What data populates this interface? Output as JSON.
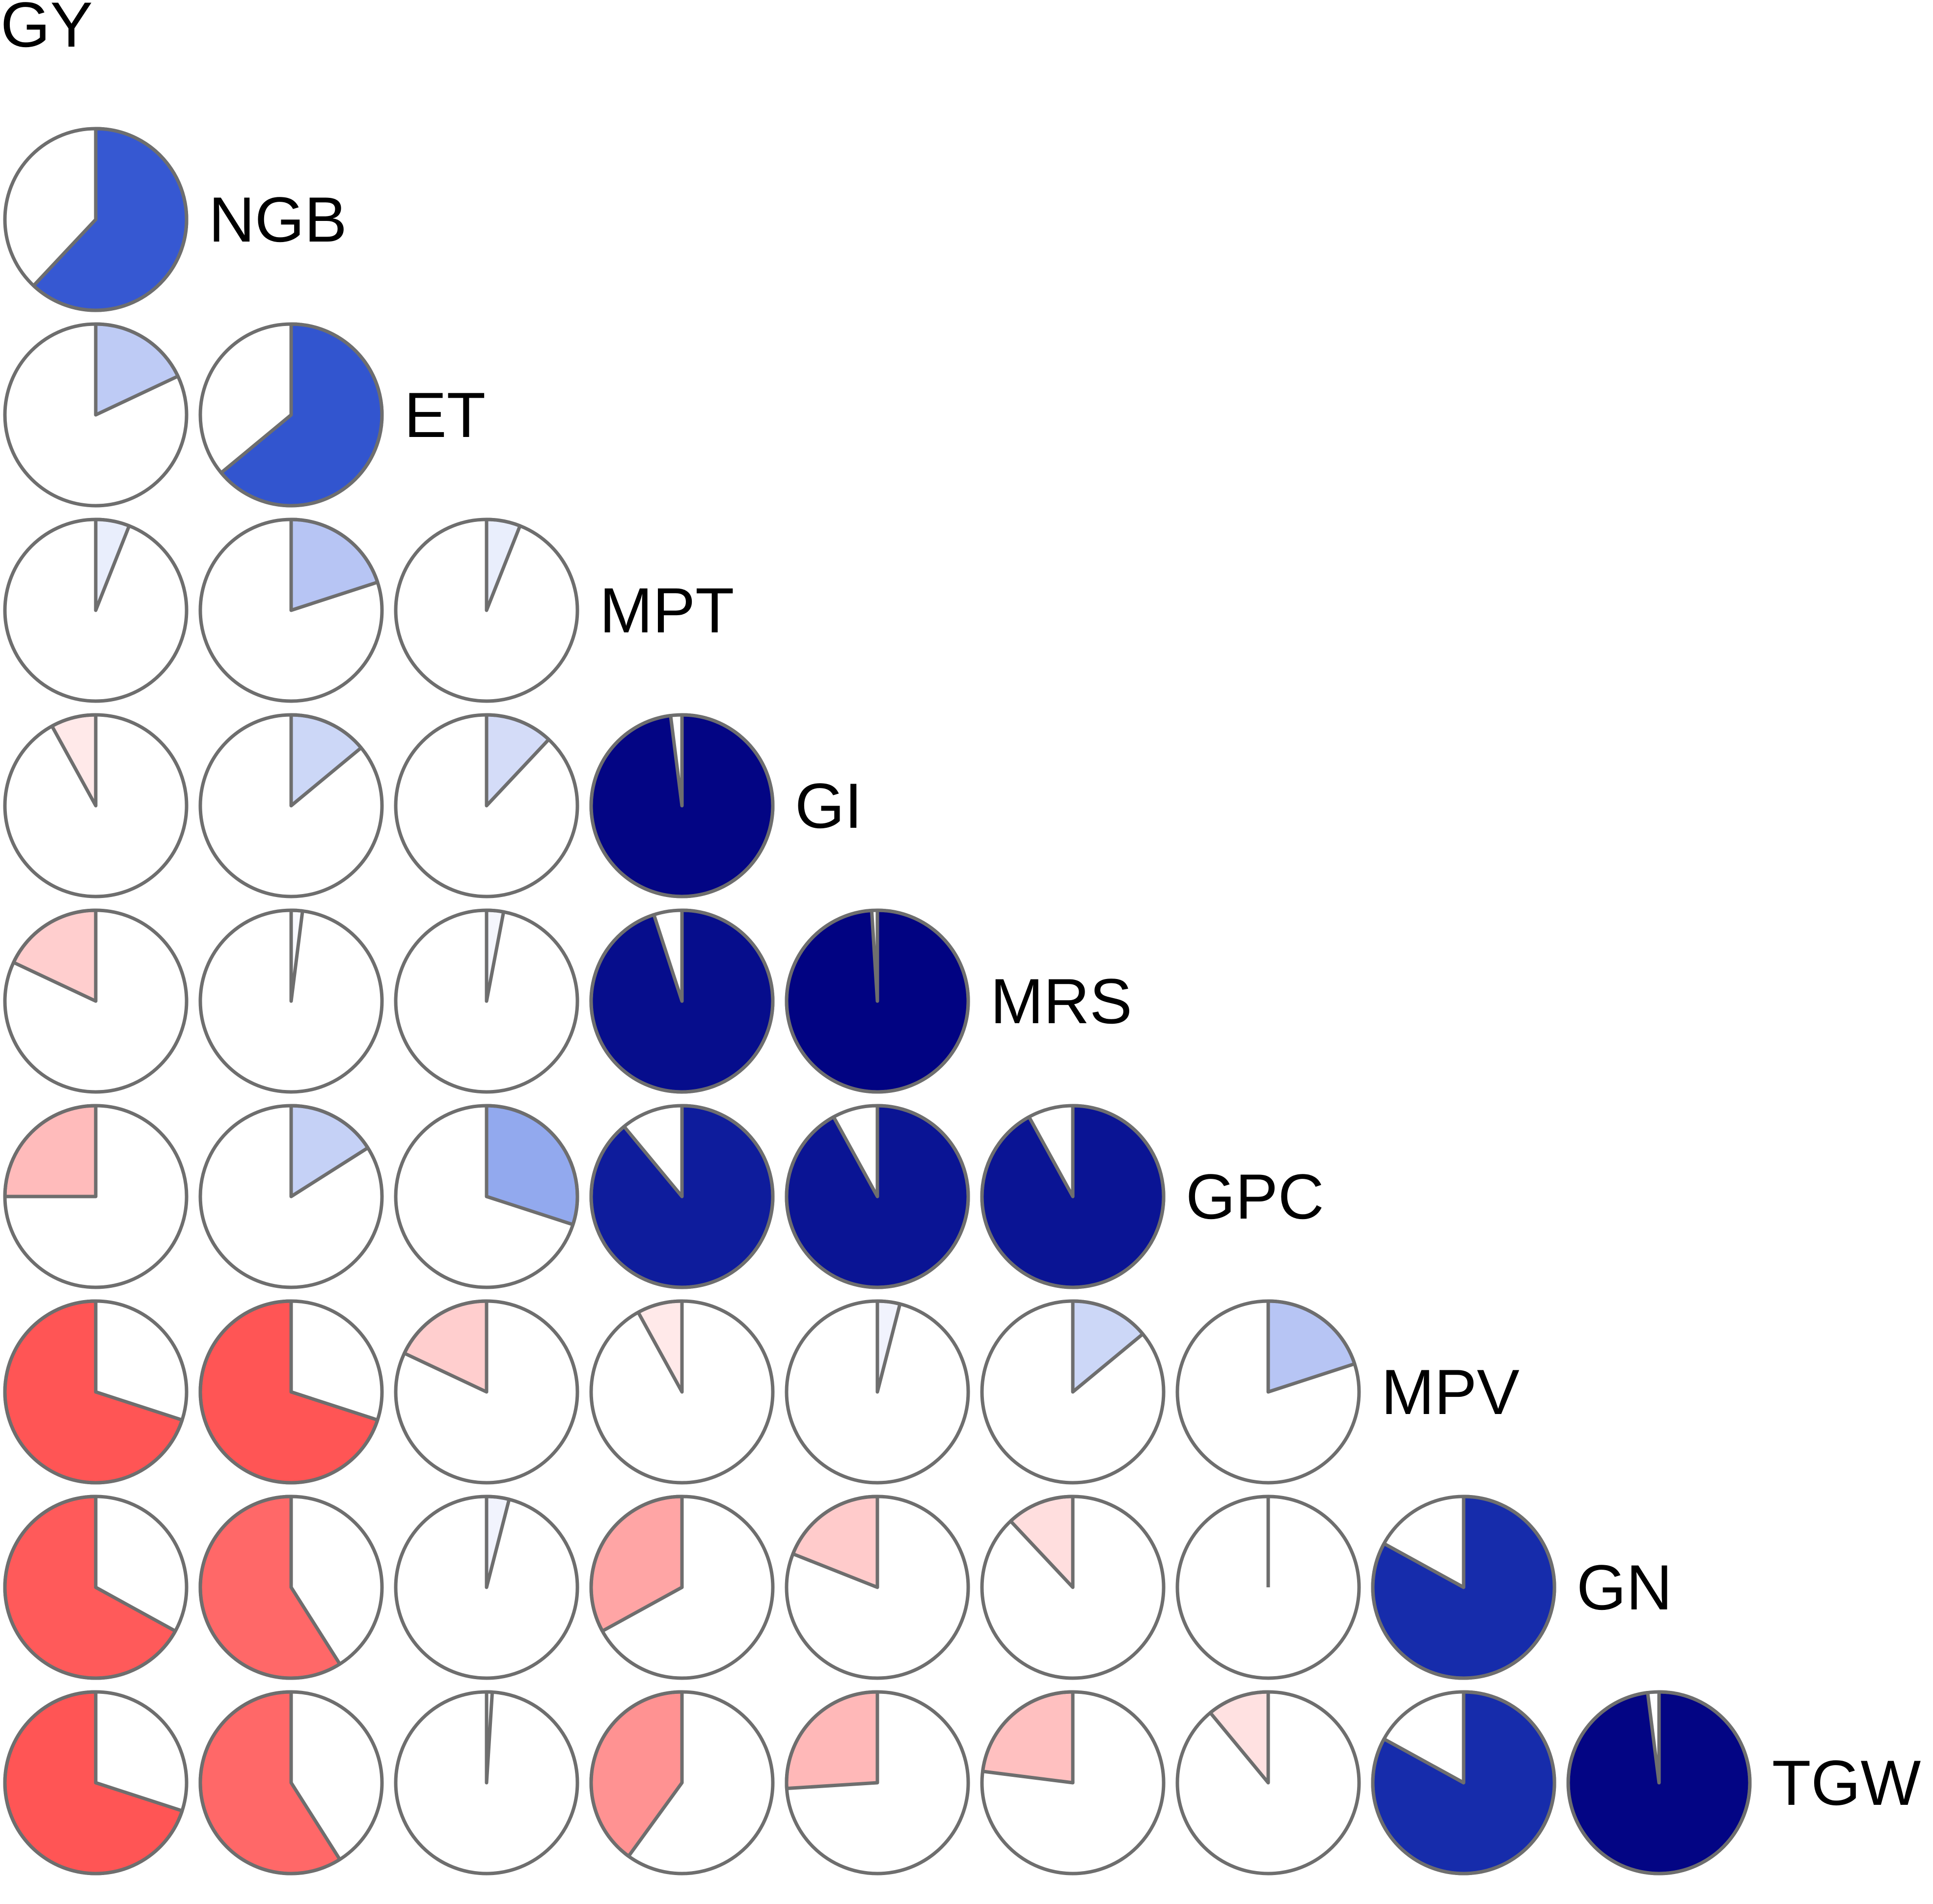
{
  "chart_data": {
    "type": "pie-correlogram",
    "variables": [
      "GY",
      "NGB",
      "ET",
      "MPT",
      "GI",
      "MRS",
      "GPC",
      "MPV",
      "GN",
      "TGW"
    ],
    "correlations": [
      [
        0.62
      ],
      [
        0.18,
        0.64
      ],
      [
        0.06,
        0.2,
        0.06
      ],
      [
        -0.08,
        0.14,
        0.12,
        0.98
      ],
      [
        -0.18,
        0.02,
        0.03,
        0.95,
        0.99
      ],
      [
        -0.25,
        0.16,
        0.3,
        0.89,
        0.92,
        0.92
      ],
      [
        -0.7,
        -0.7,
        -0.18,
        -0.08,
        0.04,
        0.14,
        0.2
      ],
      [
        -0.67,
        -0.59,
        0.04,
        -0.33,
        -0.19,
        -0.12,
        0.0,
        0.83
      ],
      [
        -0.7,
        -0.59,
        0.01,
        -0.4,
        -0.26,
        -0.23,
        -0.11,
        0.83,
        0.98
      ]
    ],
    "color_scale": {
      "negative": "#FF2222",
      "neutral": "#FFFFFF",
      "positive": "#00007F"
    },
    "circle_outline_color": "#6E6E6E"
  }
}
